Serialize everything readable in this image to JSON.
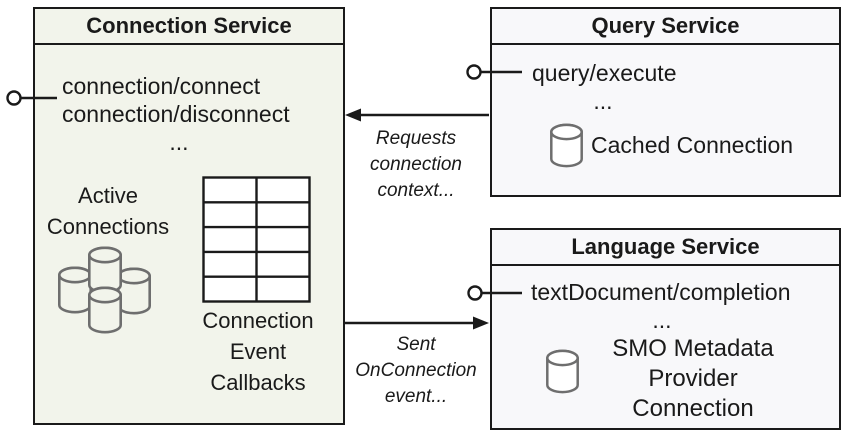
{
  "connection_service": {
    "title": "Connection Service",
    "methods": [
      "connection/connect",
      "connection/disconnect",
      "..."
    ],
    "active_connections_label": "Active\nConnections",
    "callbacks_label": "Connection\nEvent\nCallbacks"
  },
  "query_service": {
    "title": "Query Service",
    "methods": [
      "query/execute",
      "..."
    ],
    "cached_connection_label": "Cached Connection"
  },
  "language_service": {
    "title": "Language Service",
    "methods": [
      "textDocument/completion",
      "..."
    ],
    "smo_label": "SMO Metadata\nProvider Connection"
  },
  "arrows": {
    "requests_label": "Requests\nconnection\ncontext...",
    "sent_label": "Sent\nOnConnection\nevent..."
  },
  "icons": {
    "database_cluster": "database-cluster-icon",
    "database": "database-icon",
    "table_grid": "callback-table-icon",
    "lollipop": "provided-interface-connector"
  },
  "colors": {
    "connection_fill": "#f2f4eb",
    "service_fill": "#f8f8fa",
    "line": "#1a1a1a",
    "cylinder_stroke": "#6e6e6e",
    "cell_fill": "#ffffff"
  }
}
